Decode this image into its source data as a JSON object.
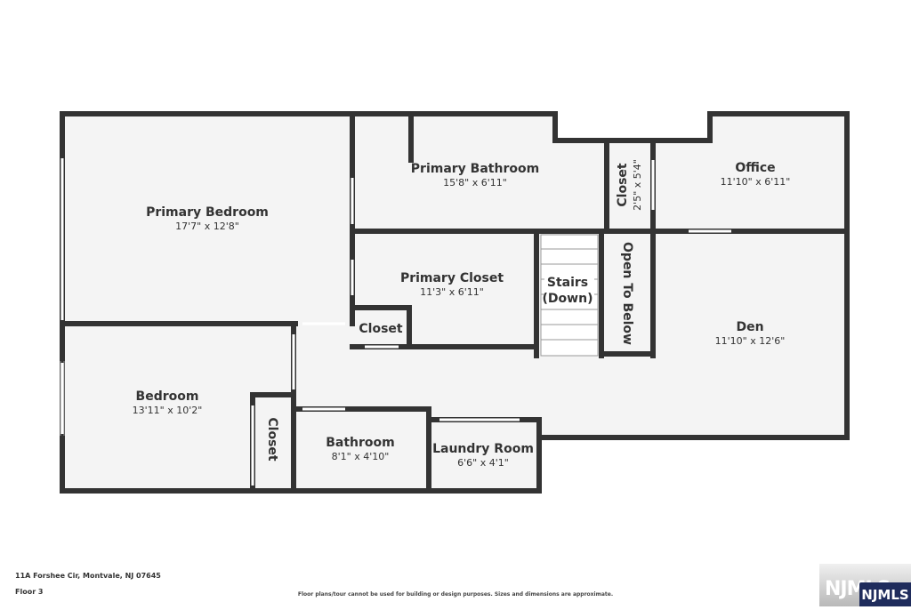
{
  "rooms": {
    "primary_bedroom": {
      "name": "Primary Bedroom",
      "dims": "17'7\" x 12'8\""
    },
    "primary_bathroom": {
      "name": "Primary Bathroom",
      "dims": "15'8\" x 6'11\""
    },
    "closet_vertical": {
      "name": "Closet",
      "dims": "2'5\" x 5'4\""
    },
    "office": {
      "name": "Office",
      "dims": "11'10\" x 6'11\""
    },
    "primary_closet": {
      "name": "Primary Closet",
      "dims": "11'3\" x 6'11\""
    },
    "closet_small": {
      "name": "Closet"
    },
    "stairs": {
      "line1": "Stairs",
      "line2": "(Down)"
    },
    "open_to_below": {
      "name": "Open To Below"
    },
    "den": {
      "name": "Den",
      "dims": "11'10\" x 12'6\""
    },
    "bedroom": {
      "name": "Bedroom",
      "dims": "13'11\" x 10'2\""
    },
    "bedroom_closet": {
      "name": "Closet"
    },
    "bathroom": {
      "name": "Bathroom",
      "dims": "8'1\" x 4'10\""
    },
    "laundry": {
      "name": "Laundry Room",
      "dims": "6'6\" x 4'1\""
    }
  },
  "footer": {
    "address": "11A Forshee Cir, Montvale, NJ 07645",
    "floor": "Floor 3",
    "disclaimer": "Floor plans/tour cannot be used for building or design purposes. Sizes and dimensions are approximate."
  },
  "branding": {
    "watermark": "NJMLS",
    "logo": "NJMLS",
    "logo_color": "#1f2c5c"
  },
  "colors": {
    "wall": "#333333",
    "floor": "#f4f4f4"
  }
}
